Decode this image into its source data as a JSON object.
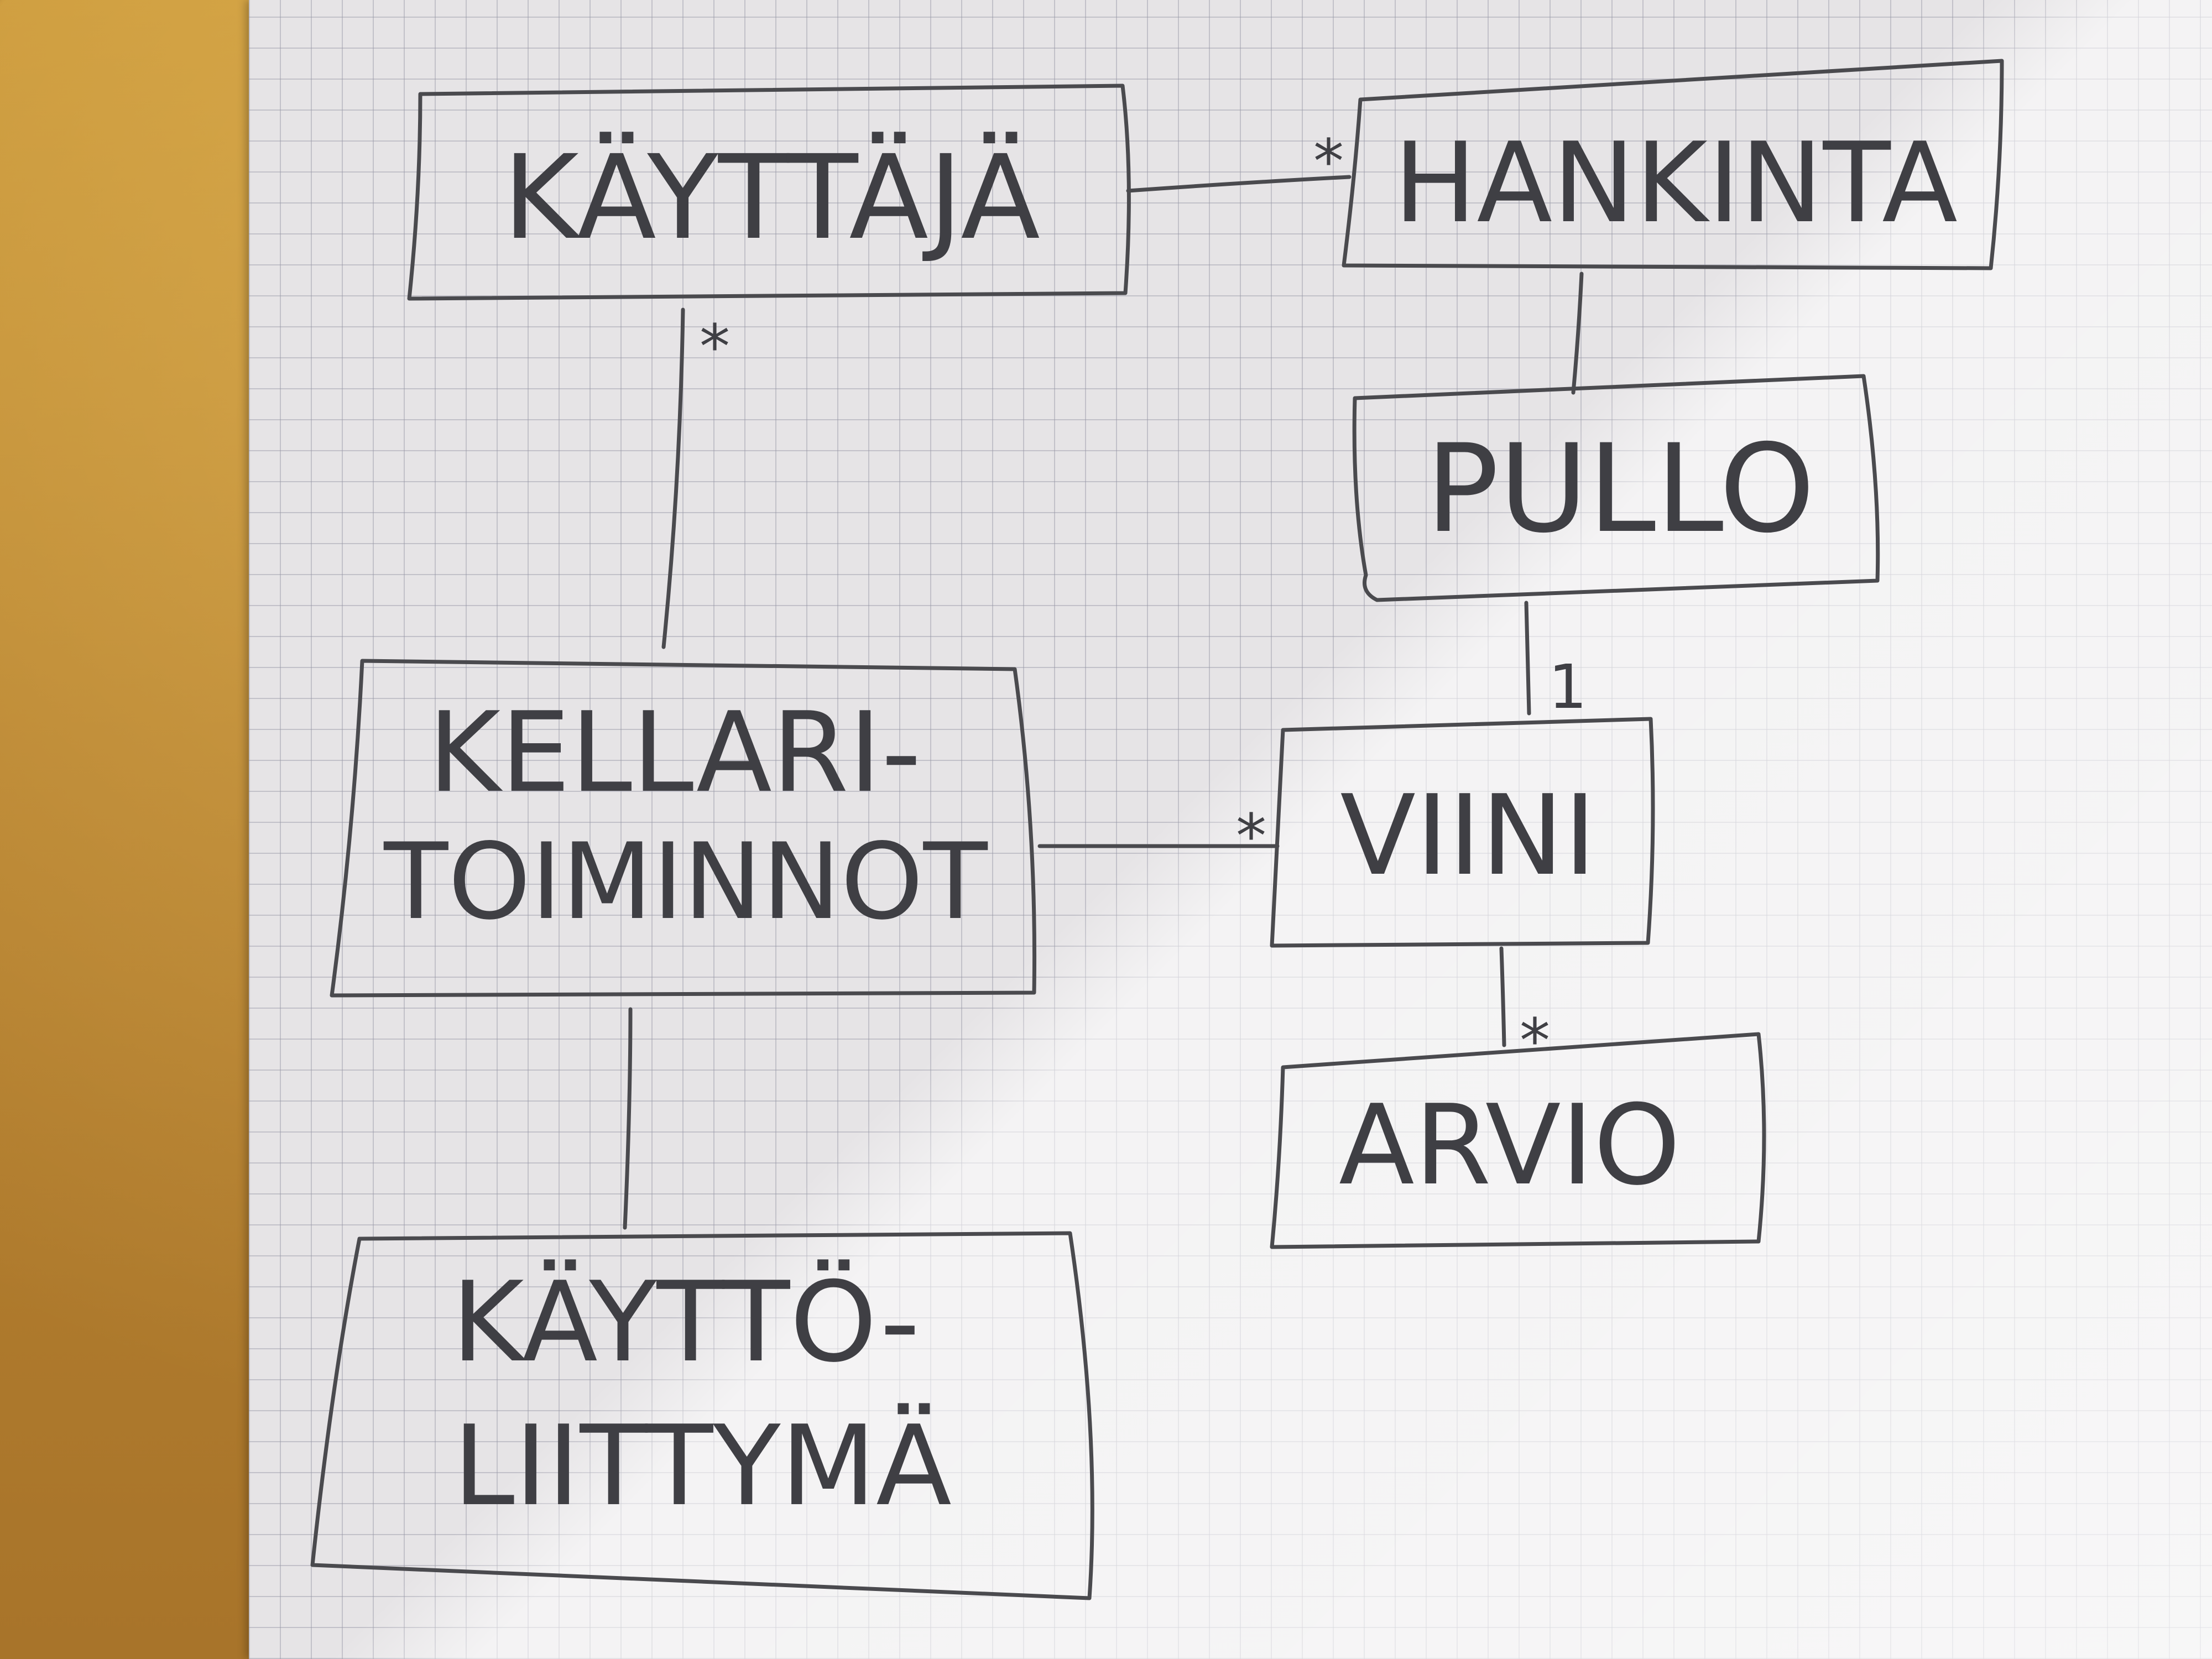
{
  "diagram": {
    "nodes": {
      "kayttaja": "KÄYTTÄJÄ",
      "hankinta": "HANKINTA",
      "pullo": "PULLO",
      "kellari_line1": "KELLARI-",
      "kellari_line2": "TOIMINNOT",
      "viini": "VIINI",
      "arvio": "ARVIO",
      "kayttoliittyma_line1": "KÄYTTÖ-",
      "kayttoliittyma_line2": "LIITTYMÄ"
    },
    "edges": [
      {
        "from": "KÄYTTÄJÄ",
        "to": "HANKINTA",
        "to_multiplicity": "*"
      },
      {
        "from": "KÄYTTÄJÄ",
        "to": "KELLARI-TOIMINNOT",
        "from_multiplicity": "*"
      },
      {
        "from": "HANKINTA",
        "to": "PULLO"
      },
      {
        "from": "PULLO",
        "to": "VIINI",
        "to_multiplicity": "1"
      },
      {
        "from": "KELLARI-TOIMINNOT",
        "to": "VIINI",
        "to_multiplicity": "*"
      },
      {
        "from": "VIINI",
        "to": "ARVIO",
        "to_multiplicity": "*"
      },
      {
        "from": "KELLARI-TOIMINNOT",
        "to": "KÄYTTÖLIITTYMÄ"
      }
    ]
  }
}
